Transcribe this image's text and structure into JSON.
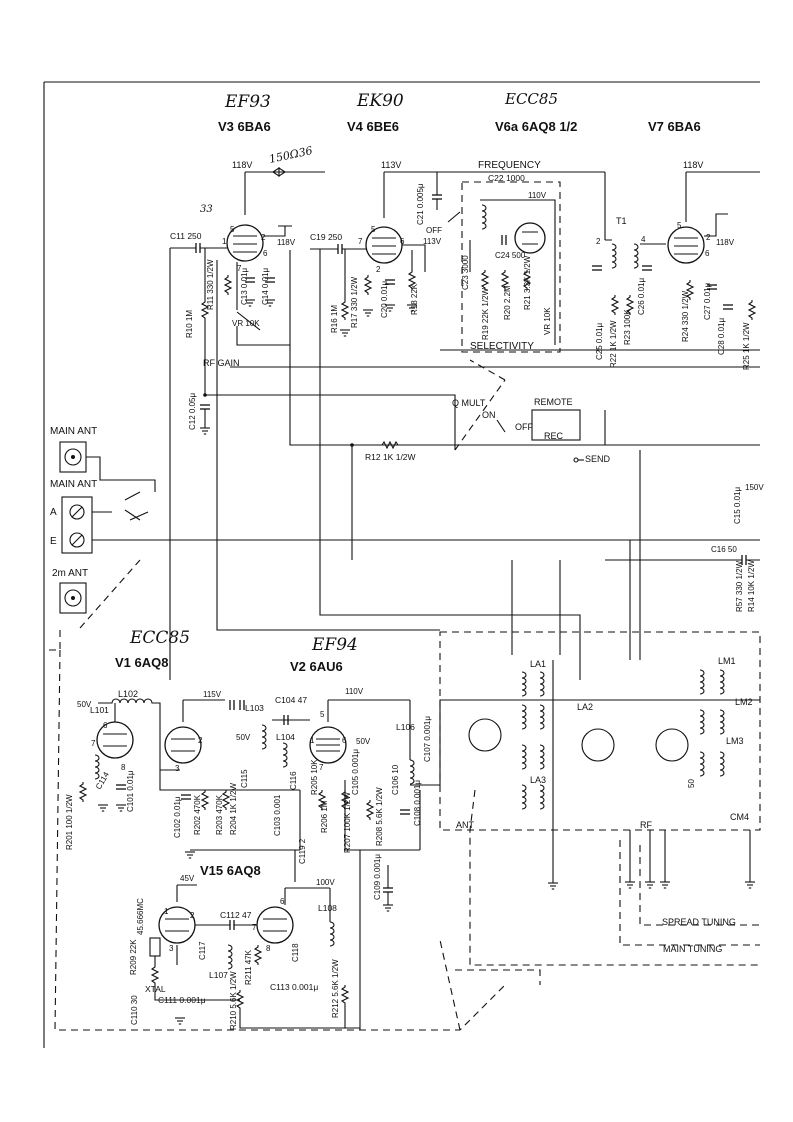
{
  "handwritten": {
    "v3": "EF93",
    "v4": "EK90",
    "v6a": "ECC85",
    "note_top": "150Ω36",
    "v1": "ECC85",
    "v2": "EF94",
    "v3_pin": "33"
  },
  "tubes": {
    "v3": "V3 6BA6",
    "v4": "V4 6BE6",
    "v6a": "V6a 6AQ8 1/2",
    "v7": "V7 6BA6",
    "v1": "V1 6AQ8",
    "v2": "V2 6AU6",
    "v15": "V15 6AQ8"
  },
  "labels": {
    "frequency": "FREQUENCY",
    "selectivity": "SELECTIVITY",
    "q_mult": "Q MULT",
    "on": "ON",
    "off": "OFF",
    "off2": "OFF",
    "remote": "REMOTE",
    "rec": "REC",
    "send": "SEND",
    "rf_gain": "RF GAIN",
    "main_ant": "MAIN ANT",
    "main_ant2": "MAIN ANT",
    "a": "A",
    "e": "E",
    "ant_2m": "2m ANT",
    "ant_box": "ANT",
    "rf_box": "RF",
    "spread_tuning": "SPREAD TUNING",
    "main_tuning": "MAIN TUNING",
    "xtal": "XTAL",
    "t1": "T1"
  },
  "voltages": {
    "v118a": "118V",
    "v118b": "118V",
    "v113a": "113V",
    "v113b": "113V",
    "v110": "110V",
    "v118c": "118V",
    "v118d": "118V",
    "v50a": "50V",
    "v115": "115V",
    "v110b": "110V",
    "v50b": "50V",
    "v50c": "50V",
    "v45": "45V",
    "v100": "100V",
    "v150": "150V"
  },
  "components": {
    "c11": "C11 250",
    "c19": "C19 250",
    "c21": "C21 0.005μ",
    "c22": "C22 1000",
    "c23": "C23 3000",
    "c24": "C24 500",
    "r19": "R19 22K 1/2W",
    "r20": "R20 2.2M",
    "r21": "R21 3.3K 1/2W",
    "vr10k_b": "VR 10K",
    "r11": "R11 330 1/2W",
    "c13": "C13 0.01μ",
    "c14": "C14 0.01μ",
    "r10": "R10 1M",
    "vr10k": "VR 10K",
    "r16": "R16 1M",
    "r17": "R17 330 1/2W",
    "c20": "C20 0.01μ",
    "r18": "R18 22K",
    "c12": "C12 0.05μ",
    "r12": "R12 1K 1/2W",
    "r22": "R22 1K 1/2W",
    "r23": "R23 100K",
    "c25": "C25 0.01μ",
    "c26": "C26 0.01μ",
    "r24": "R24 330 1/2W",
    "c27": "C27 0.01μ",
    "c28": "C28 0.01μ",
    "r25": "R25 1K 1/2W",
    "c15": "C15 0.01μ",
    "c16": "C16 50",
    "r14": "R14 10K 1/2W",
    "r57": "R57 330 1/2W",
    "la1": "LA1",
    "la2": "LA2",
    "la3": "LA3",
    "lm1": "LM1",
    "lm2": "LM2",
    "lm3": "LM3",
    "cm4": "CM4",
    "c50": "50",
    "l101": "L101",
    "l102": "L102",
    "l103": "L103",
    "l104": "L104",
    "l106": "L106",
    "l107": "L107",
    "l108": "L108",
    "c104": "C104 47",
    "c114": "C114",
    "c101": "C101 0.01μ",
    "r201": "R201 100 1/2W",
    "c102": "C102 0.01μ",
    "r202": "R202 470K",
    "r203": "R203 470K",
    "r204": "R204 1K 1/2W",
    "c115": "C115",
    "c116": "C116",
    "c103": "C103 0.001",
    "r205": "R205 10K",
    "r206": "R206 1M",
    "r207": "R207 100K 1/2W",
    "c105": "C105 0.001μ",
    "r208": "R208 5.6K 1/2W",
    "c106": "C106 10",
    "c107": "C107 0.001μ",
    "c108": "C108 0.001μ",
    "c109": "C109 0.001μ",
    "c119": "C119 2",
    "c112": "C112 47",
    "c117": "C117",
    "c118": "C118",
    "c113": "C113 0.001μ",
    "r209": "R209 22K",
    "xtal_freq": "45.666MC",
    "c110": "C110 30",
    "c111": "C111 0.001μ",
    "r210": "R210 5.6K 1/2W",
    "r211": "R211 47K",
    "r212": "R212 5.6K 1/2W"
  }
}
